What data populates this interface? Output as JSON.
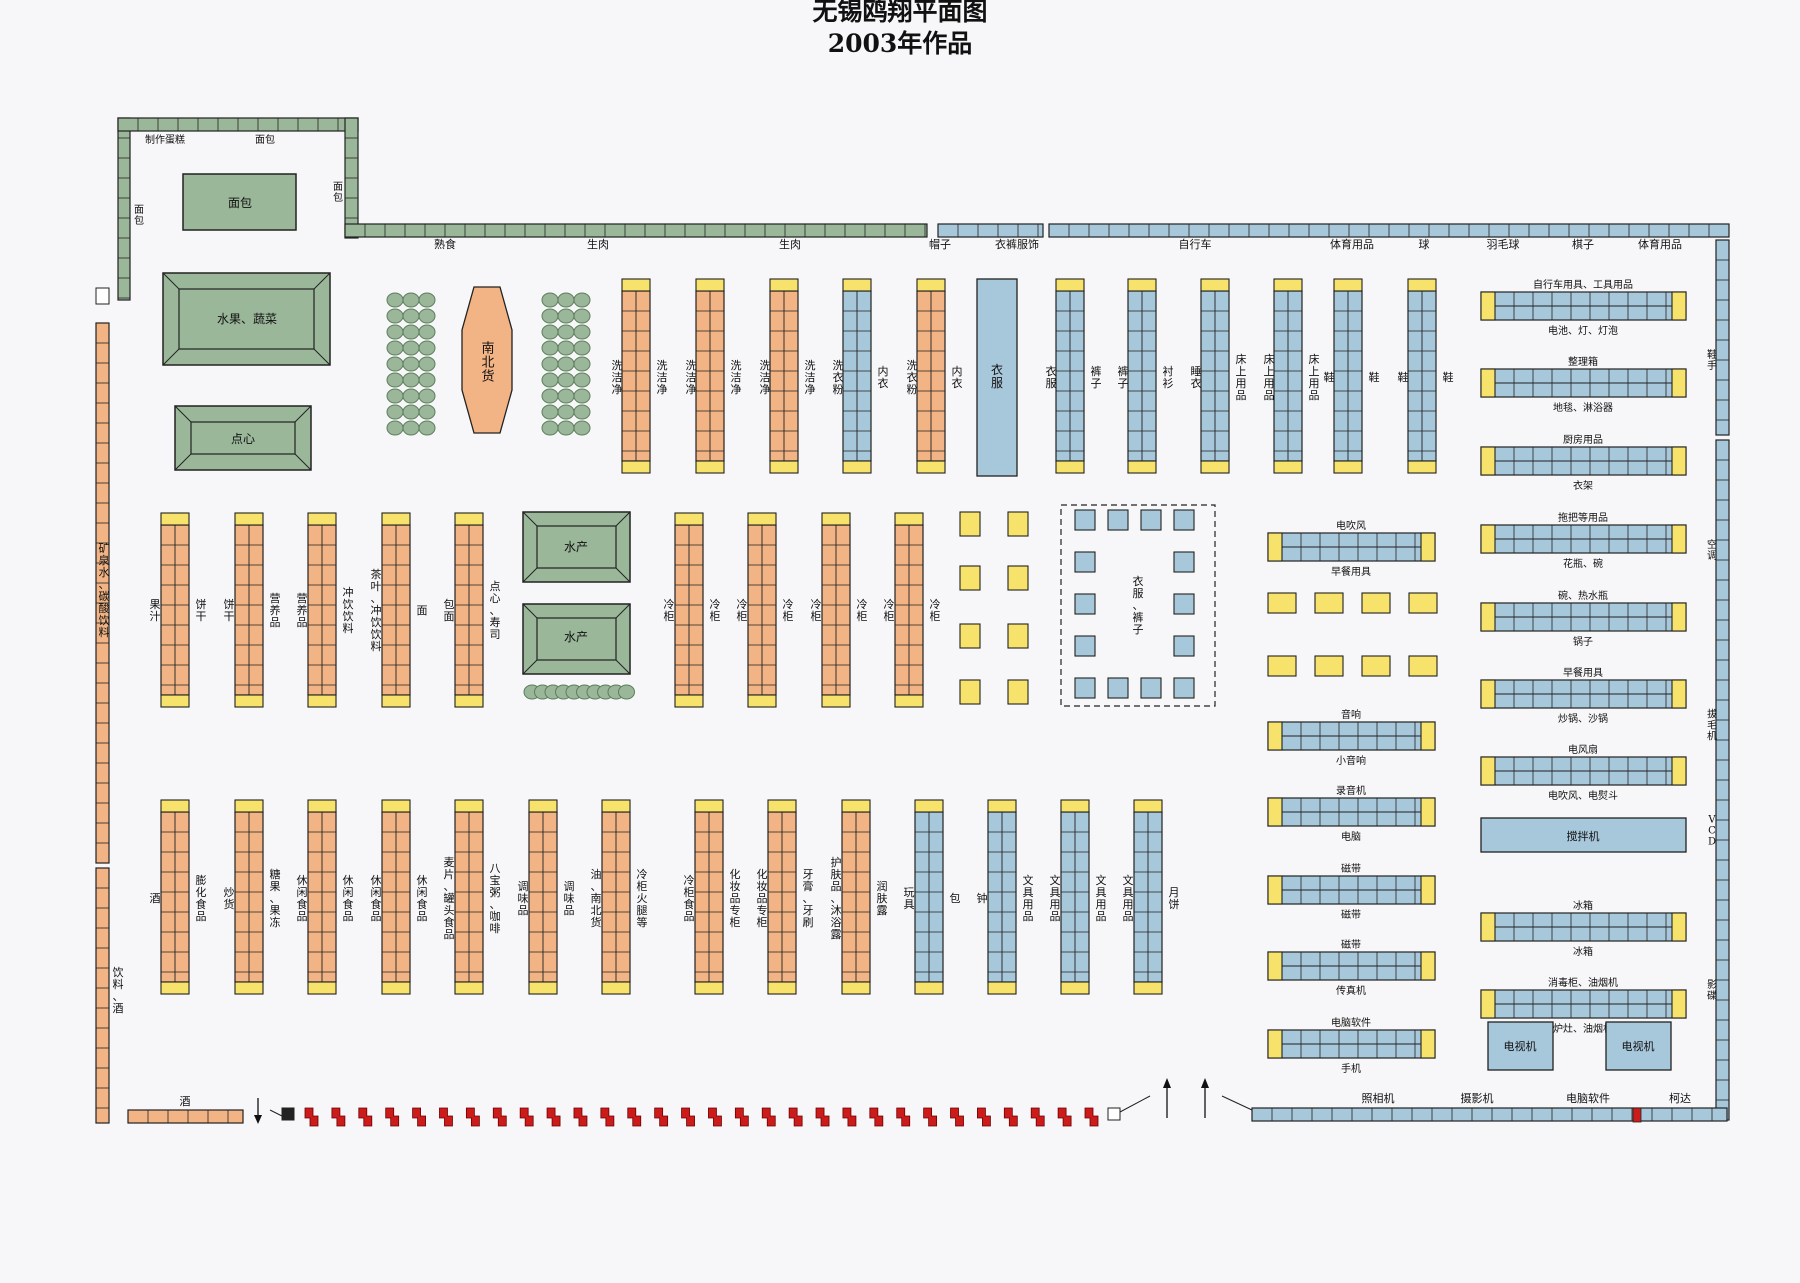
{
  "title": "无锡鸥翔平面图",
  "subtitle": "2003年作品",
  "colors": {
    "green_fill": "#9bb79a",
    "green_border": "#5d7d5d",
    "orange_fill": "#f2b484",
    "blue_fill": "#a7c7da",
    "yellow_fill": "#f7e36b",
    "checkout_red": "#cc1b1b",
    "line": "#222222"
  },
  "labels": {
    "top_wall_bake": "制作蛋糕",
    "top_wall_bread": "面包",
    "wall_left_bread": "面包",
    "wall_right_bread": "面包",
    "bread_island": "面包",
    "hot_food": "熟食",
    "raw_meat_1": "生肉",
    "raw_meat_2": "生肉",
    "hats": "帽子",
    "clothing_wall": "衣裤服饰",
    "bicycle": "自行车",
    "sports_1": "体育用品",
    "ball": "球",
    "badminton": "羽毛球",
    "chess": "棋子",
    "sports_2": "体育用品",
    "fruit_veg": "水果、蔬菜",
    "snacks": "点心",
    "nanbei": "南北货",
    "aquatic_1": "水产",
    "aquatic_2": "水产",
    "mineral_water": "矿泉水、碳酸饮料",
    "drinks_wine": "饮料、酒",
    "wine_bottom": "酒",
    "right_wall_1": "鞋手",
    "right_wall_2": "空调",
    "right_wall_3": "拔毛机",
    "right_wall_4": "VCD",
    "right_wall_5": "影碟",
    "clothes_pants": "衣服、裤子",
    "camera": "照相机",
    "video_camera": "摄影机",
    "software": "电脑软件",
    "kodak": "柯达"
  },
  "row1_shelves": [
    {
      "left": "洗洁净",
      "right": "洗洁净",
      "color": "orange"
    },
    {
      "left": "洗洁净",
      "right": "洗洁净",
      "color": "orange"
    },
    {
      "left": "洗洁净",
      "right": "洗洁净",
      "color": "orange"
    },
    {
      "left": "洗衣粉",
      "right": "内衣",
      "color": "blue"
    },
    {
      "left": "洗衣粉",
      "right": "内衣",
      "color": "orange"
    },
    {
      "left": "",
      "right": "",
      "color": "blue"
    },
    {
      "left": "衣服",
      "right": "裤子",
      "color": "blue"
    },
    {
      "left": "裤子",
      "right": "衬衫",
      "color": "blue"
    },
    {
      "left": "睡衣",
      "right": "床上用品",
      "color": "blue"
    },
    {
      "left": "床上用品",
      "right": "床上用品",
      "color": "blue"
    },
    {
      "left": "鞋",
      "right": "鞋",
      "color": "blue"
    },
    {
      "left": "鞋",
      "right": "鞋",
      "color": "blue"
    }
  ],
  "clothing_block": "衣服",
  "row2_shelves": [
    {
      "left": "果汁",
      "right": "饼干"
    },
    {
      "left": "饼干",
      "right": "营养品"
    },
    {
      "left": "营养品",
      "right": "冲饮饮料"
    },
    {
      "left": "茶叶、冲饮饮料",
      "right": "面"
    },
    {
      "left": "包面",
      "right": "点心、寿司"
    }
  ],
  "cold_shelves": [
    {
      "left": "冷柜",
      "right": "冷柜"
    },
    {
      "left": "冷柜",
      "right": "冷柜"
    },
    {
      "left": "冷柜",
      "right": "冷柜"
    },
    {
      "left": "冷柜",
      "right": "冷柜"
    }
  ],
  "row3_shelves": [
    {
      "left": "酒",
      "right": "膨化食品",
      "color": "orange"
    },
    {
      "left": "炒货",
      "right": "糖果、果冻",
      "color": "orange"
    },
    {
      "left": "休闲食品",
      "right": "休闲食品",
      "color": "orange"
    },
    {
      "left": "休闲食品",
      "right": "休闲食品",
      "color": "orange"
    },
    {
      "left": "麦片、罐头食品",
      "right": "八宝粥、咖啡",
      "color": "orange"
    },
    {
      "left": "调味品",
      "right": "调味品",
      "color": "orange"
    },
    {
      "left": "油、南北货",
      "right": "冷柜火腿等",
      "color": "orange"
    },
    {
      "left": "冷柜食品",
      "right": "化妆品专柜",
      "color": "orange"
    },
    {
      "left": "化妆品专柜",
      "right": "牙膏、牙刷",
      "color": "orange"
    },
    {
      "left": "护肤品、沐浴露",
      "right": "润肤露",
      "color": "orange"
    },
    {
      "left": "玩具",
      "right": "包",
      "color": "blue"
    },
    {
      "left": "钟",
      "right": "文具用品",
      "color": "blue"
    },
    {
      "left": "文具用品",
      "right": "文具用品",
      "color": "blue"
    },
    {
      "left": "文具用品",
      "right": "月饼",
      "color": "blue"
    }
  ],
  "mid_right_shelves": [
    {
      "top": "电吹风",
      "bottom": "早餐用具"
    },
    {
      "top": "音响",
      "bottom": "小音响"
    },
    {
      "top": "录音机",
      "bottom": "电脑"
    },
    {
      "top": "磁带",
      "bottom": "磁带"
    },
    {
      "top": "磁带",
      "bottom": "传真机"
    },
    {
      "top": "电脑软件",
      "bottom": "手机"
    }
  ],
  "far_right_shelves": [
    {
      "top": "自行车用具、工具用品",
      "bottom": "电池、灯、灯泡"
    },
    {
      "top": "整理箱",
      "bottom": "地毯、淋浴器"
    },
    {
      "top": "厨房用品",
      "bottom": "衣架"
    },
    {
      "top": "拖把等用品",
      "bottom": "花瓶、碗"
    },
    {
      "top": "碗、热水瓶",
      "bottom": "锅子"
    },
    {
      "top": "早餐用具",
      "bottom": "炒锅、沙锅"
    },
    {
      "top": "电风扇",
      "bottom": "电吹风、电熨斗"
    },
    {
      "top": "",
      "bottom": ""
    },
    {
      "top": "冰箱",
      "bottom": "冰箱"
    },
    {
      "top": "消毒柜、油烟机",
      "bottom": "炉灶、油烟机"
    }
  ],
  "mixer": "搅拌机",
  "tv_1": "电视机",
  "tv_2": "电视机",
  "checkout_count": 30
}
